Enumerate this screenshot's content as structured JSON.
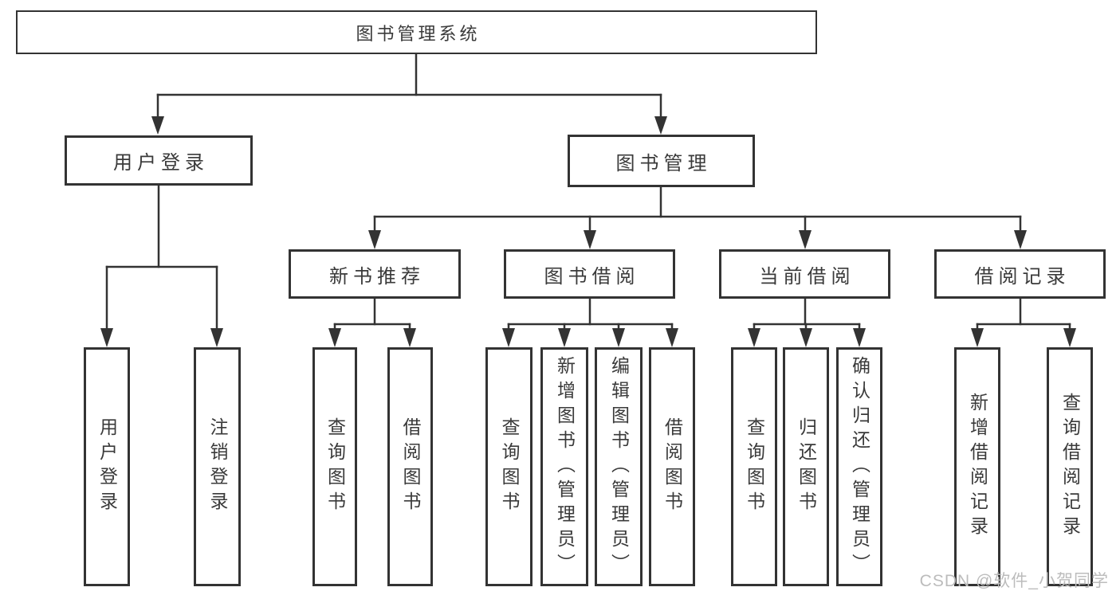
{
  "diagram": {
    "title": "图书管理系统",
    "user_login": {
      "label": "用户登录",
      "children": {
        "login": "用户登录",
        "logout": "注销登录"
      }
    },
    "book_mgmt": {
      "label": "图书管理",
      "sections": {
        "new_book": {
          "label": "新书推荐",
          "children": {
            "query": "查询图书",
            "borrow": "借阅图书"
          }
        },
        "book_borrow": {
          "label": "图书借阅",
          "children": {
            "query": "查询图书",
            "add": "新增图书（管理员）",
            "edit": "编辑图书（管理员）",
            "borrow": "借阅图书"
          }
        },
        "current_borrow": {
          "label": "当前借阅",
          "children": {
            "query": "查询图书",
            "return": "归还图书",
            "confirm": "确认归还（管理员）"
          }
        },
        "borrow_records": {
          "label": "借阅记录",
          "children": {
            "add": "新增借阅记录",
            "query": "查询借阅记录"
          }
        }
      }
    }
  },
  "watermark": {
    "text": "CSDN @软件_小贺同学"
  },
  "colors": {
    "line": "#333333",
    "text": "#3a3a3a",
    "watermark": "#bcbcbc",
    "background": "#ffffff"
  }
}
